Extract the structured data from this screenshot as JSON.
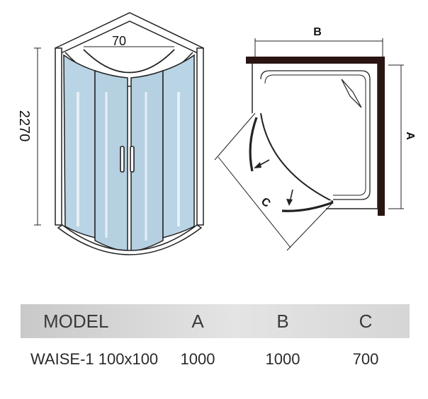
{
  "front_view": {
    "width_label": "70",
    "height_label": "2270"
  },
  "plan_view": {
    "label_a": "A",
    "label_b": "B",
    "label_c": "C"
  },
  "table": {
    "headers": {
      "model": "MODEL",
      "a": "A",
      "b": "B",
      "c": "C"
    },
    "rows": [
      {
        "model": "WAISE-1 100x100",
        "a": "1000",
        "b": "1000",
        "c": "700"
      }
    ]
  },
  "colors": {
    "glass": "#b9d4e4",
    "frame": "#222222",
    "wall": "#2a1512",
    "header_band": "#d4d4d4"
  }
}
